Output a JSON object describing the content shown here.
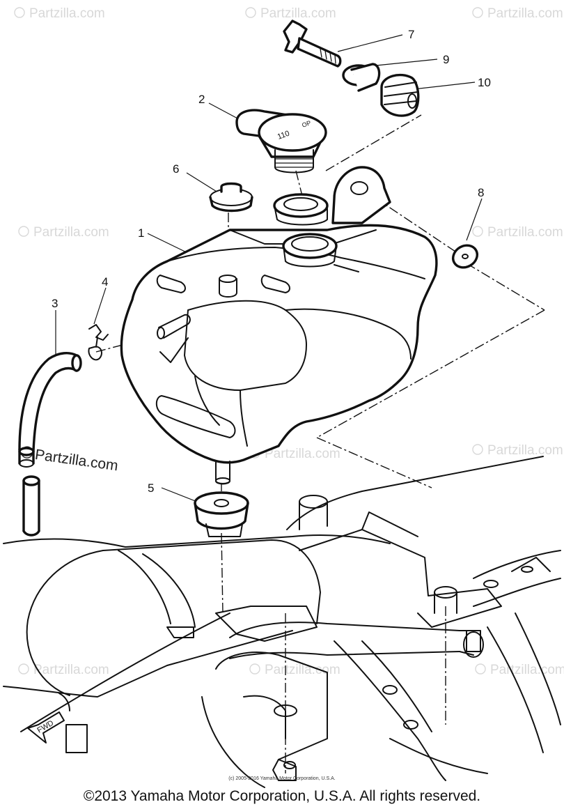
{
  "diagram": {
    "callouts": [
      "1",
      "2",
      "3",
      "4",
      "5",
      "6",
      "7",
      "8",
      "9",
      "10"
    ],
    "watermark": "Partzilla.com",
    "watermark_symbol": "©",
    "fwd_label": "FWD",
    "copyright_small": "(c) 2005-2016 Yamaha Motor Corporation, U.S.A.",
    "copyright_main": "©2013 Yamaha Motor Corporation, U.S.A. All rights reserved."
  }
}
